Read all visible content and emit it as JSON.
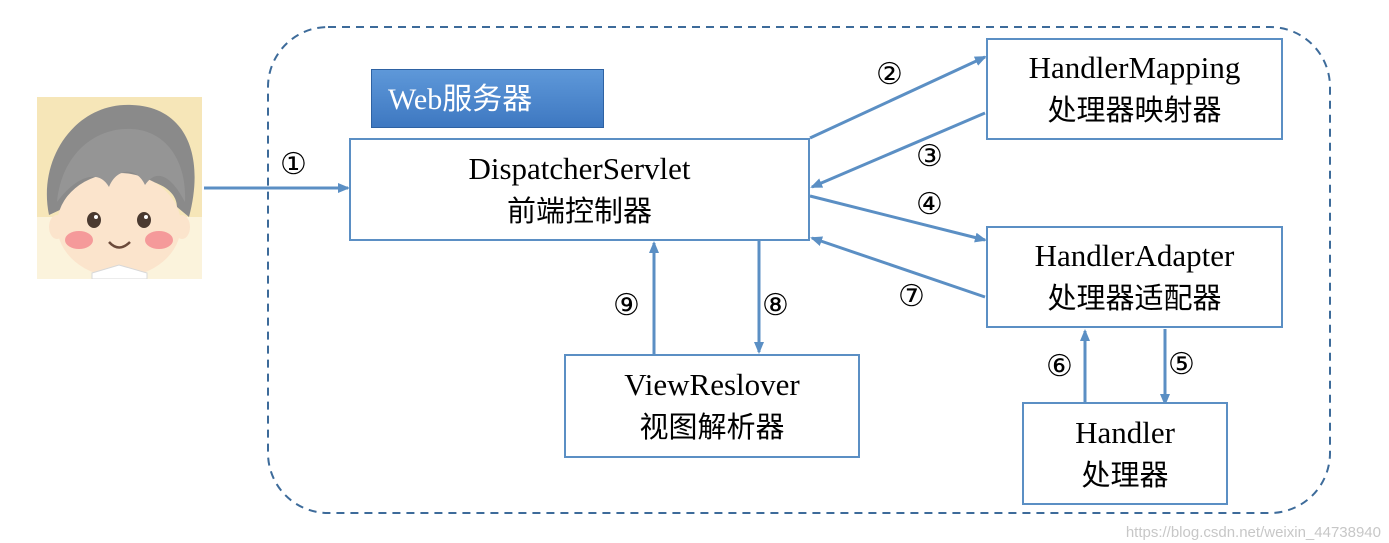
{
  "web_server_label": "Web服务器",
  "nodes": {
    "dispatcher": {
      "name": "DispatcherServlet",
      "cn": "前端控制器"
    },
    "mapping": {
      "name": "HandlerMapping",
      "cn": "处理器映射器"
    },
    "adapter": {
      "name": "HandlerAdapter",
      "cn": "处理器适配器"
    },
    "handler": {
      "name": "Handler",
      "cn": "处理器"
    },
    "resolver": {
      "name": "ViewReslover",
      "cn": "视图解析器"
    }
  },
  "steps": [
    "①",
    "②",
    "③",
    "④",
    "⑤",
    "⑥",
    "⑦",
    "⑧",
    "⑨"
  ],
  "watermark": "https://blog.csdn.net/weixin_44738940",
  "colors": {
    "line": "#5b8fc4",
    "title_bg": "#4a86cf",
    "dashed": "#3d6b9a"
  },
  "avatar_icon": "cartoon-boy-avatar"
}
